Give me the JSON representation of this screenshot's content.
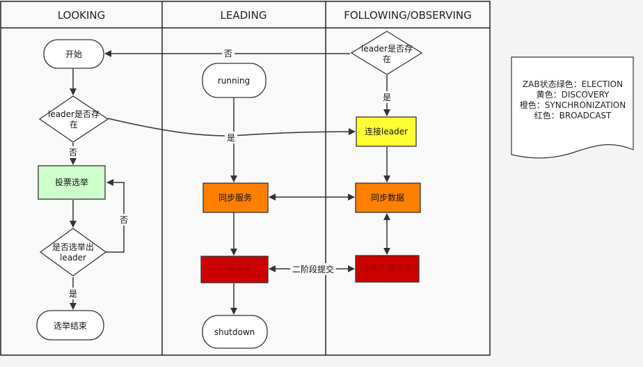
{
  "lanes": [
    "LOOKING",
    "LEADING",
    "FOLLOWING/OBSERVING"
  ],
  "nodes": {
    "start": "开始",
    "leader_exists_left": [
      "leader是否存",
      "在"
    ],
    "vote": "投票选举",
    "elected": [
      "是否选举出",
      "leader"
    ],
    "end": "选举结束",
    "running": "running",
    "sync_service": "同步服务",
    "broadcast_left": "广播消息",
    "shutdown": "shutdown",
    "leader_exists_right": [
      "leader是否存",
      "在"
    ],
    "connect_leader": "连接leader",
    "sync_data": "同步数据",
    "broadcast_right": "接收广播消息"
  },
  "edge_labels": {
    "no_top": "否",
    "yes_right": "是",
    "yes_cross": "是",
    "no_vote": "否",
    "no_loop": "否",
    "yes_end": "是",
    "two_phase": "二阶段提交"
  },
  "legend": [
    "ZAB状态绿色：ELECTION",
    "黄色：DISCOVERY",
    "橙色：SYNCHRONIZATION",
    "红色：BROADCAST"
  ],
  "colors": {
    "election": "#ccffcc",
    "discovery": "#ffff33",
    "synchronization": "#ff8000",
    "broadcast": "#cc0000"
  }
}
